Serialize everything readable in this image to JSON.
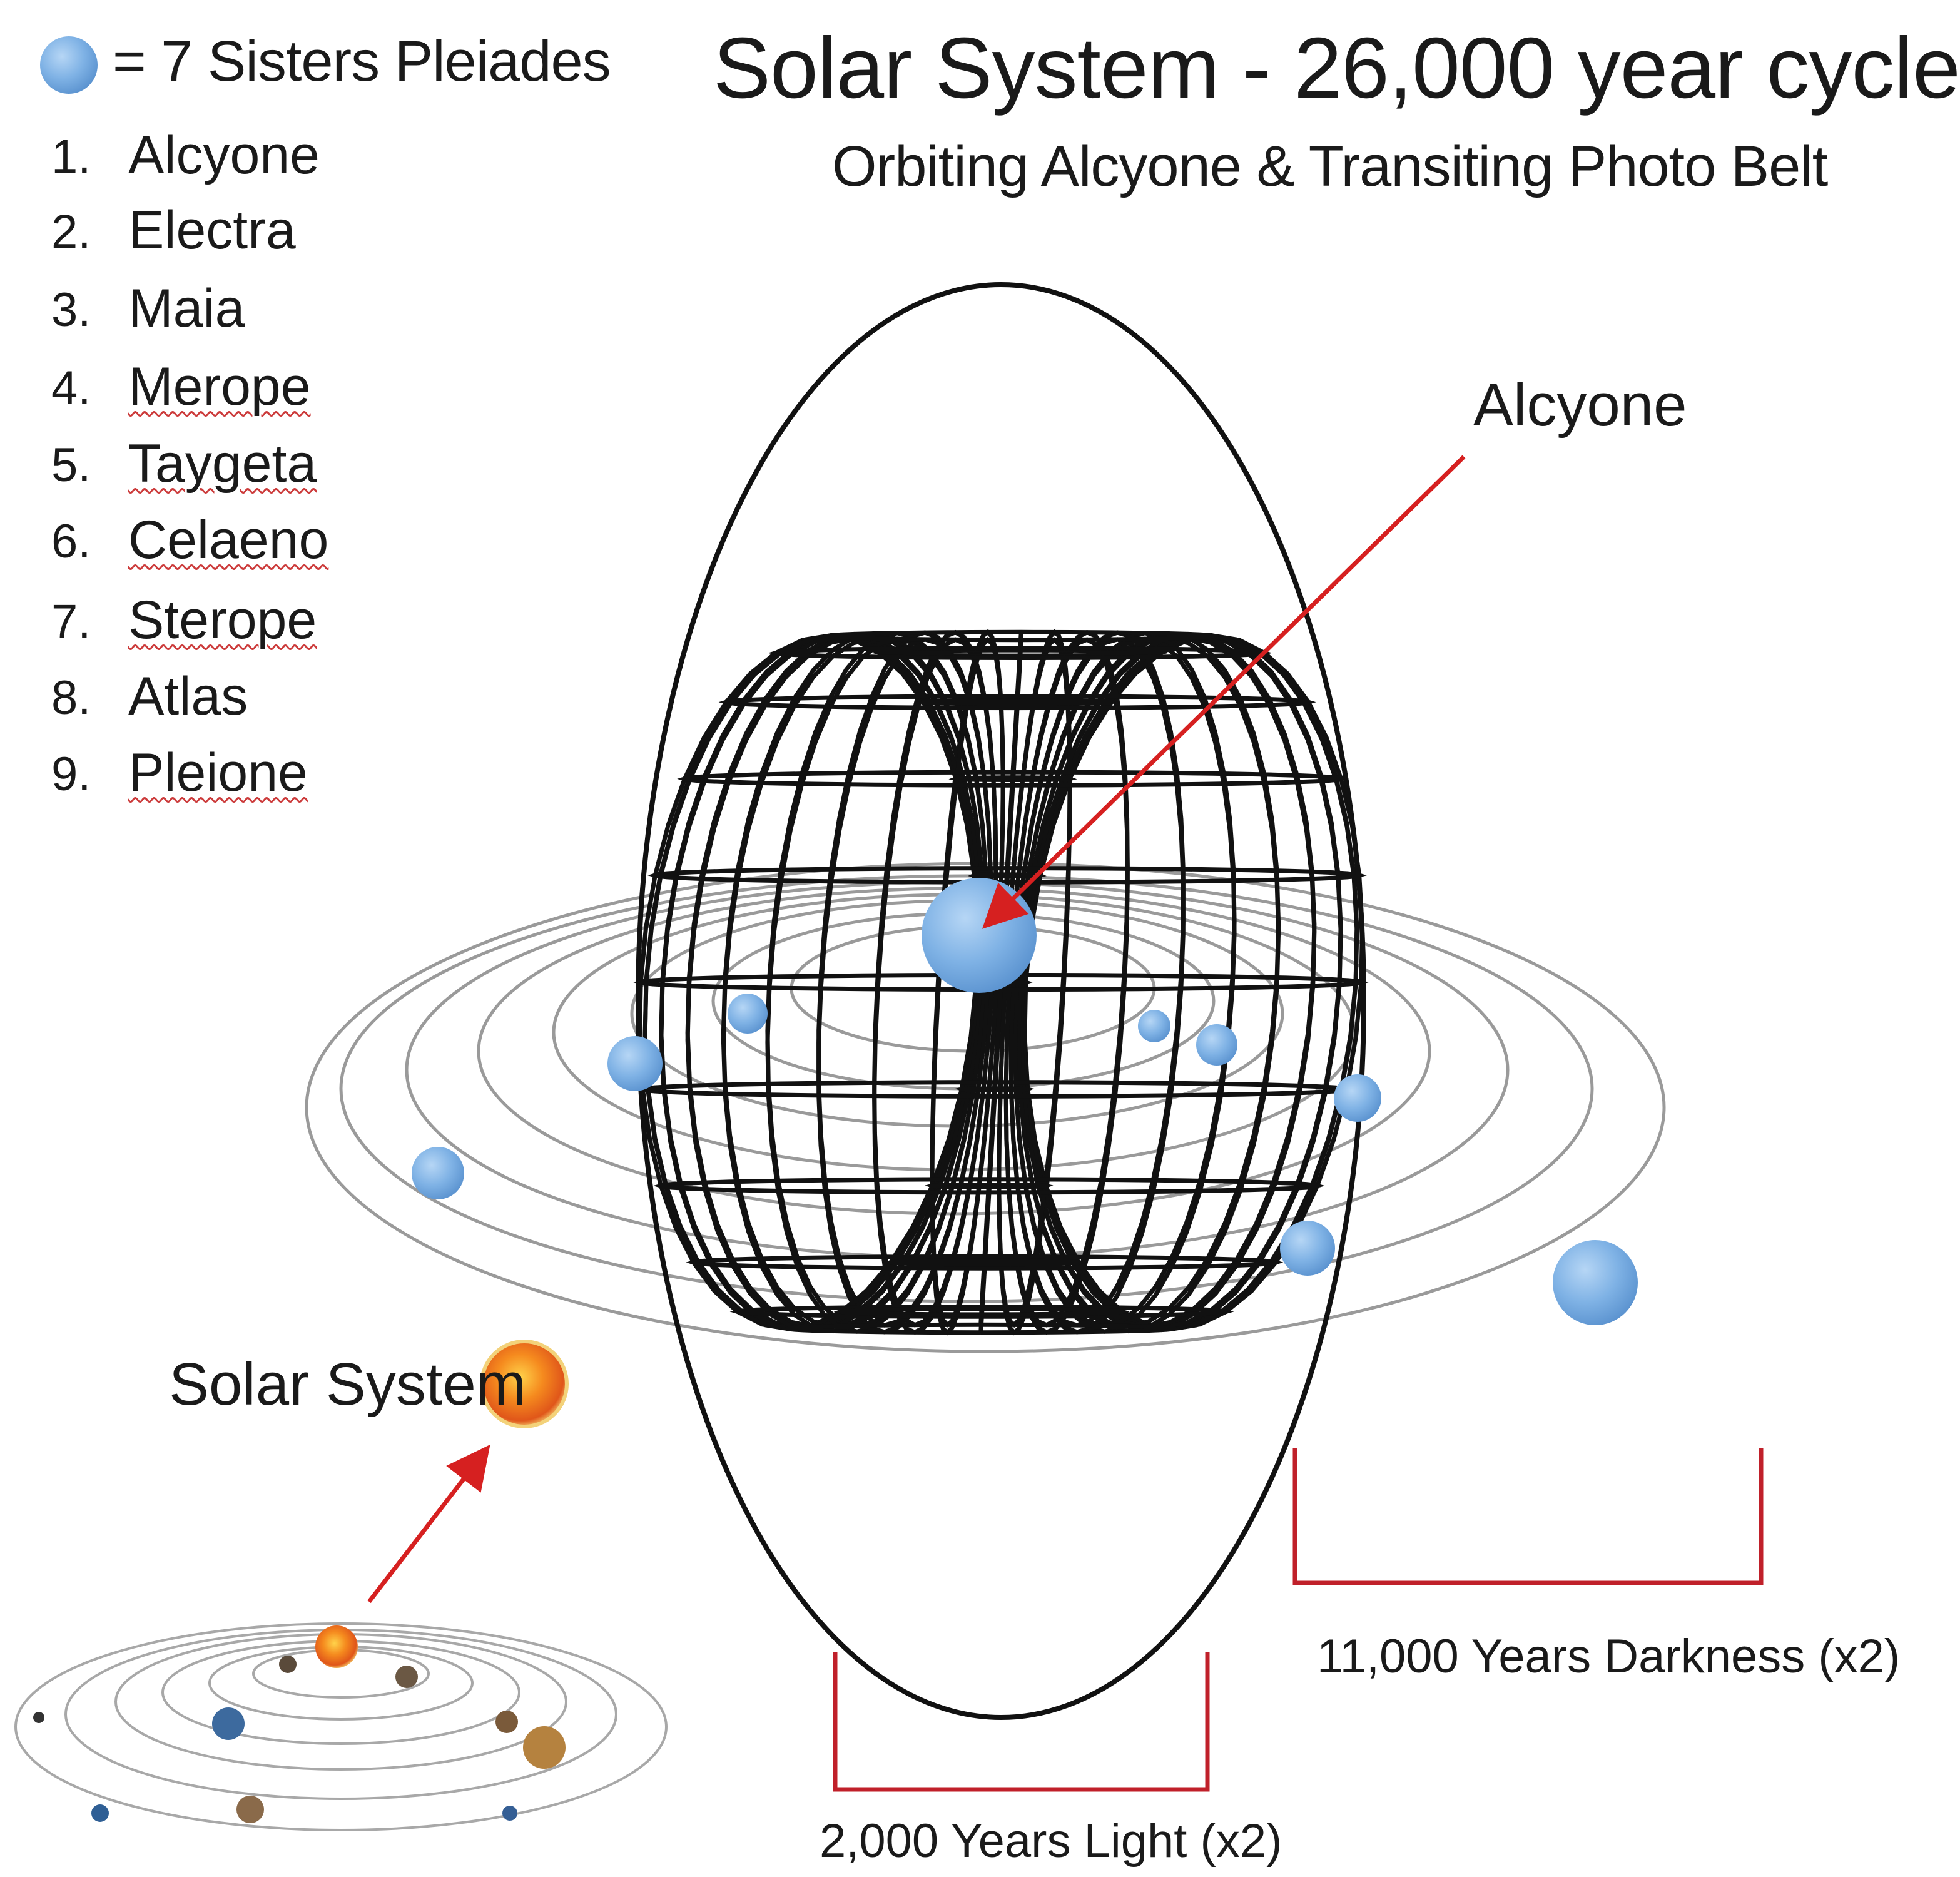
{
  "title": "Solar System - 26,000 year cycle",
  "subtitle": "Orbiting Alcyone & Transiting Photo Belt",
  "legend": {
    "key_text": "= 7 Sisters Pleiades",
    "items": [
      {
        "num": "1.",
        "name": "Alcyone"
      },
      {
        "num": "2.",
        "name": "Electra"
      },
      {
        "num": "3.",
        "name": "Maia"
      },
      {
        "num": "4.",
        "name": "Merope"
      },
      {
        "num": "5.",
        "name": "Taygeta"
      },
      {
        "num": "6.",
        "name": "Celaeno"
      },
      {
        "num": "7.",
        "name": "Sterope"
      },
      {
        "num": "8.",
        "name": "Atlas"
      },
      {
        "num": "9.",
        "name": "Pleione"
      }
    ]
  },
  "labels": {
    "alcyone": "Alcyone",
    "solar_system": "Solar System",
    "darkness": "11,000 Years Darkness (x2)",
    "light": "2,000 Years Light (x2)"
  },
  "colors": {
    "star_blue": "#7fb2e5",
    "arrow_red": "#d62020",
    "bracket_red": "#c0202a",
    "sun_orange": "#f07a1a",
    "mesh": "#111111",
    "orbit": "#9a9a9a"
  }
}
